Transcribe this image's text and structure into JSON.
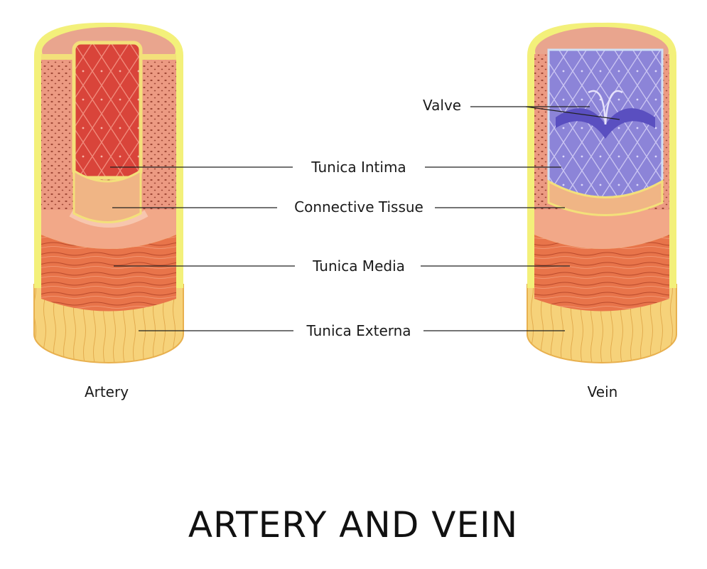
{
  "title": "ARTERY AND VEIN",
  "captions": {
    "artery": "Artery",
    "vein": "Vein"
  },
  "labels": {
    "valve": "Valve",
    "tunica_intima": "Tunica Intima",
    "connective_tissue": "Connective Tissue",
    "tunica_media": "Tunica Media",
    "tunica_externa": "Tunica Externa"
  },
  "colors": {
    "externa_yellow": "#f6d27a",
    "externa_dark": "#e8b04e",
    "outer_sheath": "#f3f07a",
    "artery_wall_pink": "#e9967a",
    "media_orange": "#e8744a",
    "artery_lumen_red": "#d9443a",
    "vein_lumen_blue": "#8c84d8",
    "valve_blue": "#5a4fc0"
  }
}
